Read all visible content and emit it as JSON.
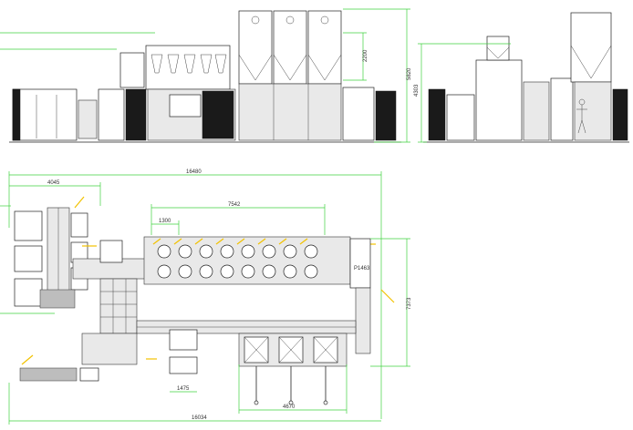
{
  "dimensions": {
    "front_height_total": "5820",
    "front_hopper_height": "2200",
    "side_height": "4303",
    "plan_total_length": "16480",
    "plan_left_section": "4045",
    "plan_machine_row": "7542",
    "plan_station_pitch": "1300",
    "plan_total_width": "7373",
    "plan_bottom_module": "1475",
    "plan_bottom_section": "4670",
    "plan_bottom_total": "16034"
  },
  "labels": {
    "plan_panel_tag": "P1463"
  },
  "colors": {
    "line": "#222222",
    "dimension": "#3fd23f",
    "marker": "#f2c200",
    "panel_dark": "#1a1a1a"
  }
}
